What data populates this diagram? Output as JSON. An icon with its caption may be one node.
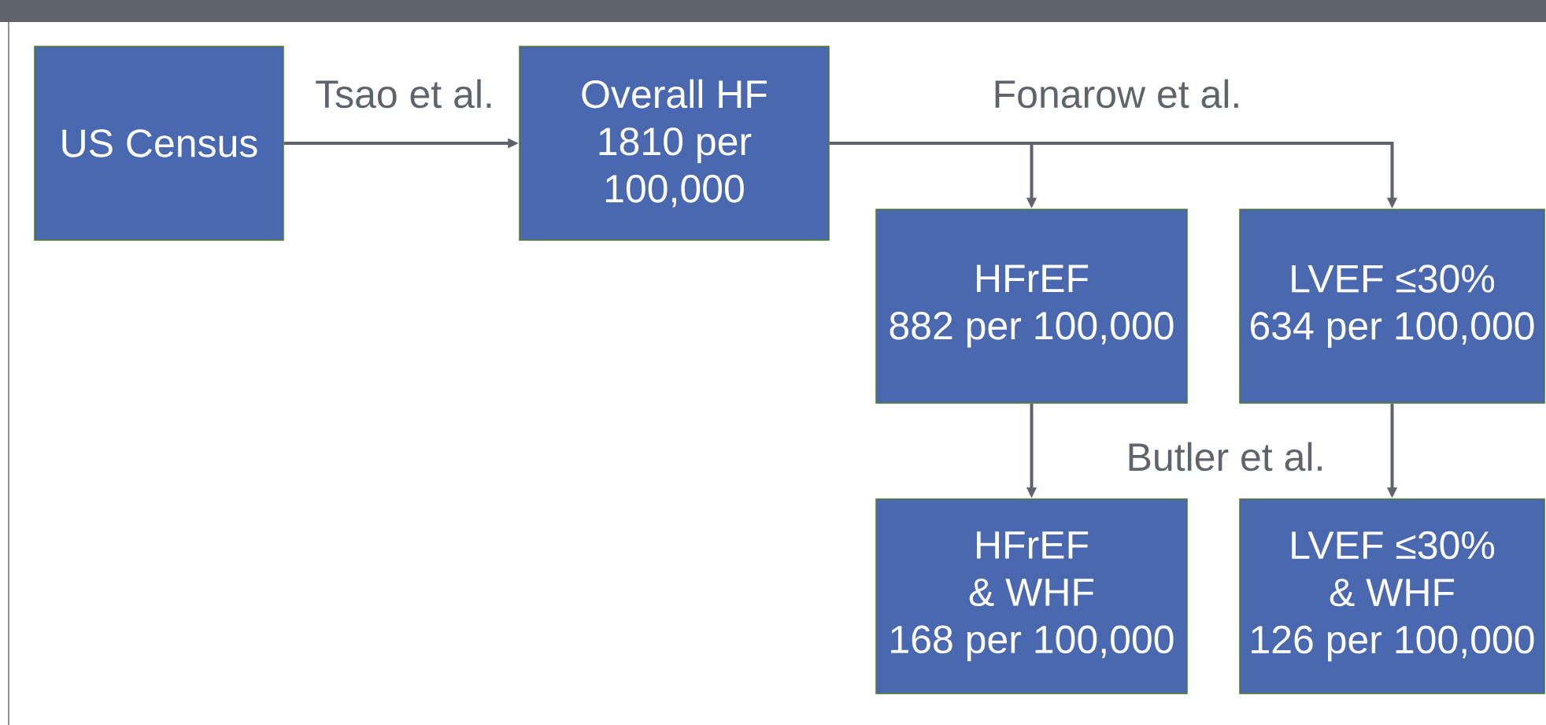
{
  "diagram": {
    "nodes": [
      {
        "text": [
          "US Census"
        ]
      },
      {
        "text": [
          "Overall HF",
          "1810 per 100,000"
        ]
      },
      {
        "text": [
          "HFrEF",
          "882 per 100,000"
        ]
      },
      {
        "text": [
          "LVEF ≤30%",
          "634 per 100,000"
        ]
      },
      {
        "text": [
          "HFrEF & WHF",
          "168 per 100,000"
        ]
      },
      {
        "text": [
          "LVEF ≤30% & WHF",
          "126 per 100,000"
        ]
      }
    ],
    "edges": [
      {
        "from": 0,
        "to": 1,
        "arrow": "to",
        "label": "Tsao et al."
      },
      {
        "from": 1,
        "to": 2,
        "arrow": "to",
        "label": "Fonarow et al."
      },
      {
        "from": 1,
        "to": 3,
        "arrow": "to"
      },
      {
        "from": 2,
        "to": 4,
        "arrow": "to",
        "label": "Butler et al."
      },
      {
        "from": 3,
        "to": 5,
        "arrow": "to"
      }
    ]
  }
}
